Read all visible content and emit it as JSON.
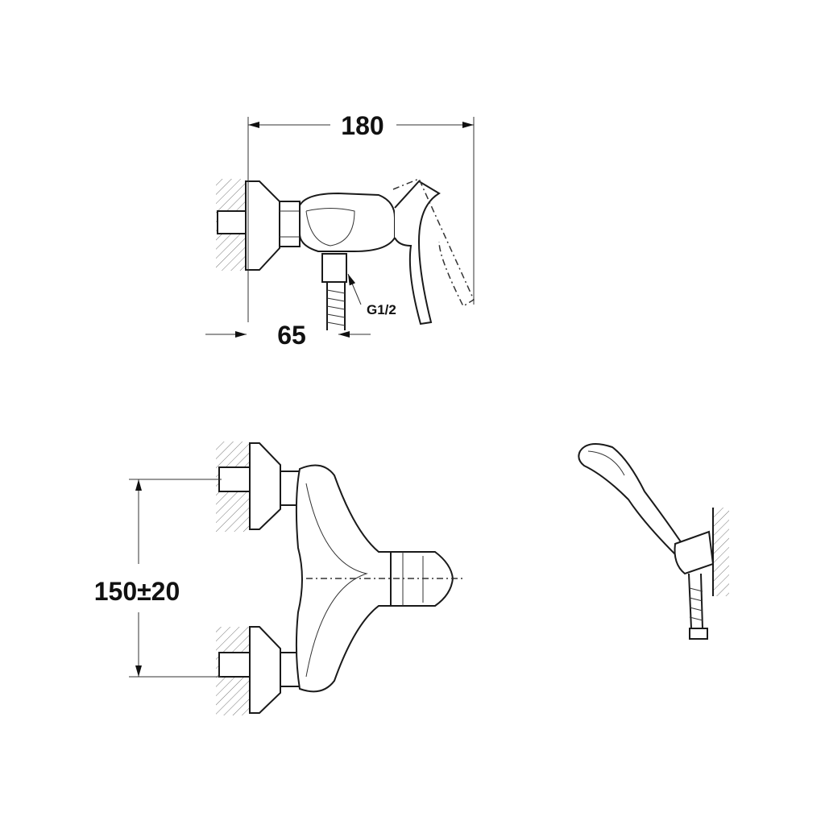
{
  "drawing": {
    "top_view": {
      "overall_length": "180",
      "wall_offset": "65",
      "thread_label": "G1/2"
    },
    "front_view": {
      "inlet_spacing": "150±20"
    }
  }
}
